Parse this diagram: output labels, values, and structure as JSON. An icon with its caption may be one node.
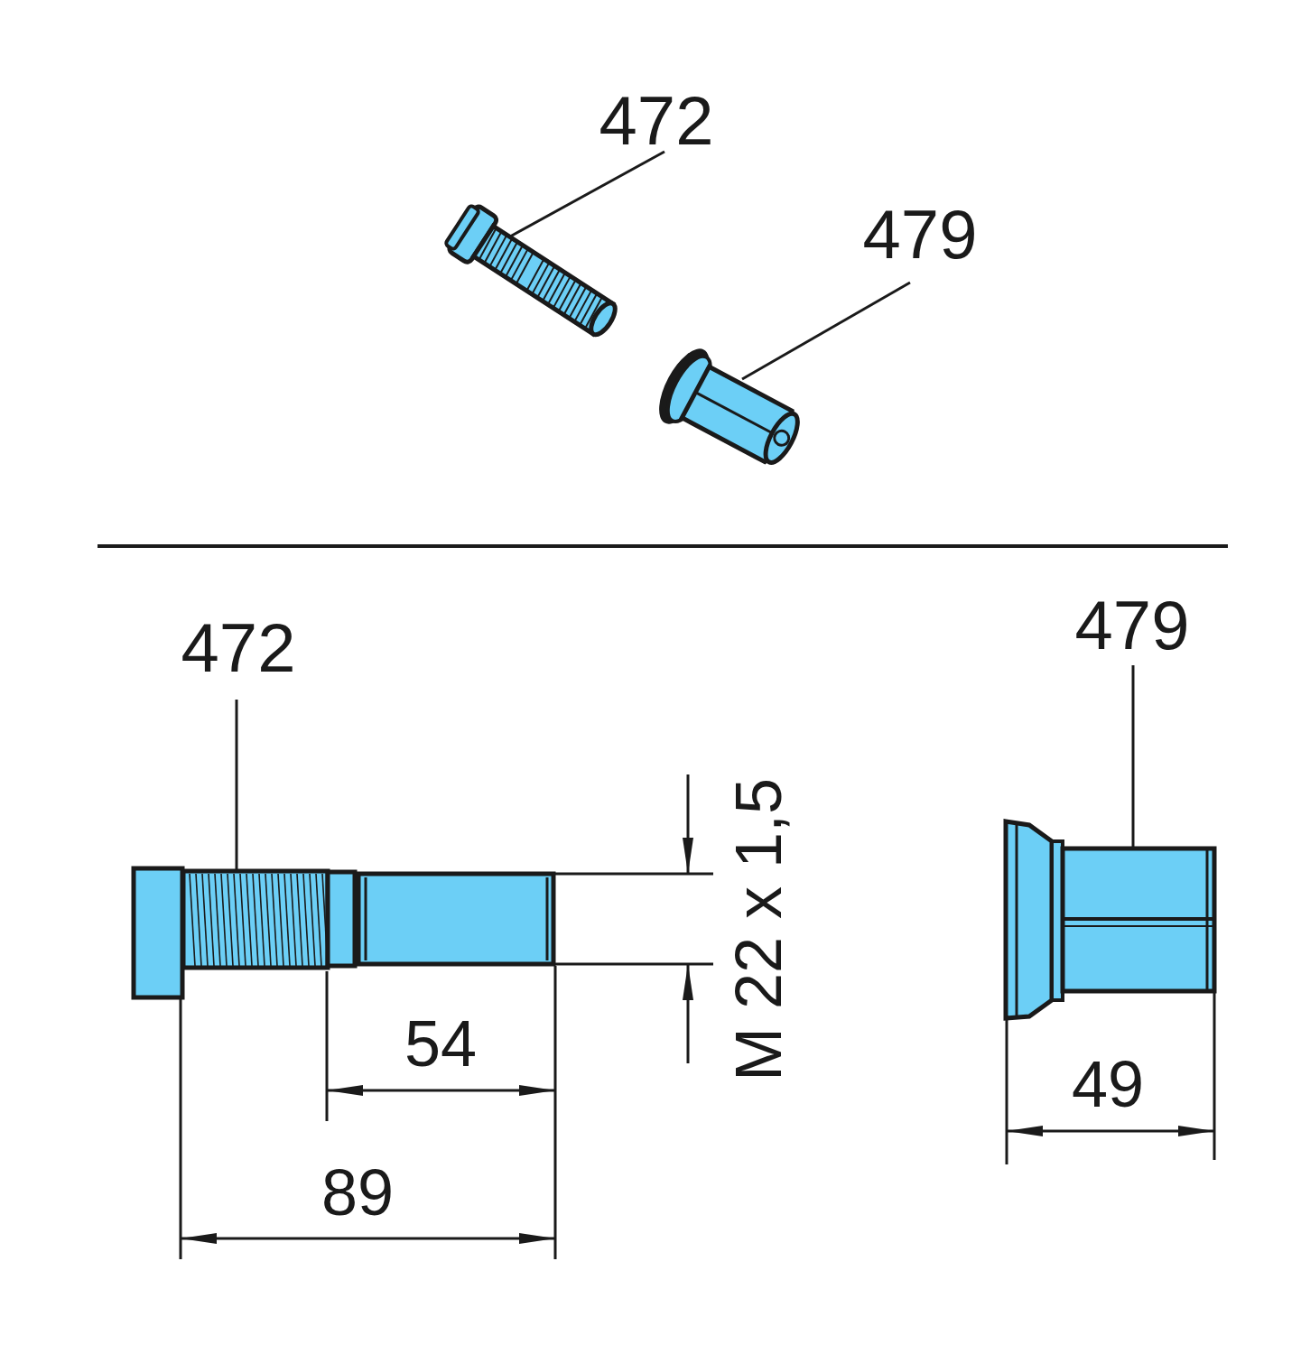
{
  "diagram": {
    "nodes": [
      {
        "text": [
          "472"
        ]
      },
      {
        "text": [],
        "shape": "picture"
      },
      {
        "text": [
          "479"
        ]
      },
      {
        "text": [],
        "shape": "picture"
      },
      {
        "text": [
          "472"
        ]
      },
      {
        "text": [],
        "shape": "picture"
      },
      {
        "text": [
          "479"
        ]
      },
      {
        "text": [],
        "shape": "picture"
      }
    ],
    "edges": [
      {
        "from": 0,
        "to": 1,
        "arrow": "none"
      },
      {
        "from": 2,
        "to": 3,
        "arrow": "none"
      },
      {
        "from": 4,
        "to": 5,
        "arrow": "none"
      },
      {
        "from": 6,
        "to": 7,
        "arrow": "none"
      }
    ],
    "labels": [
      "M 22 x 1,5",
      "54",
      "89",
      "49"
    ]
  }
}
